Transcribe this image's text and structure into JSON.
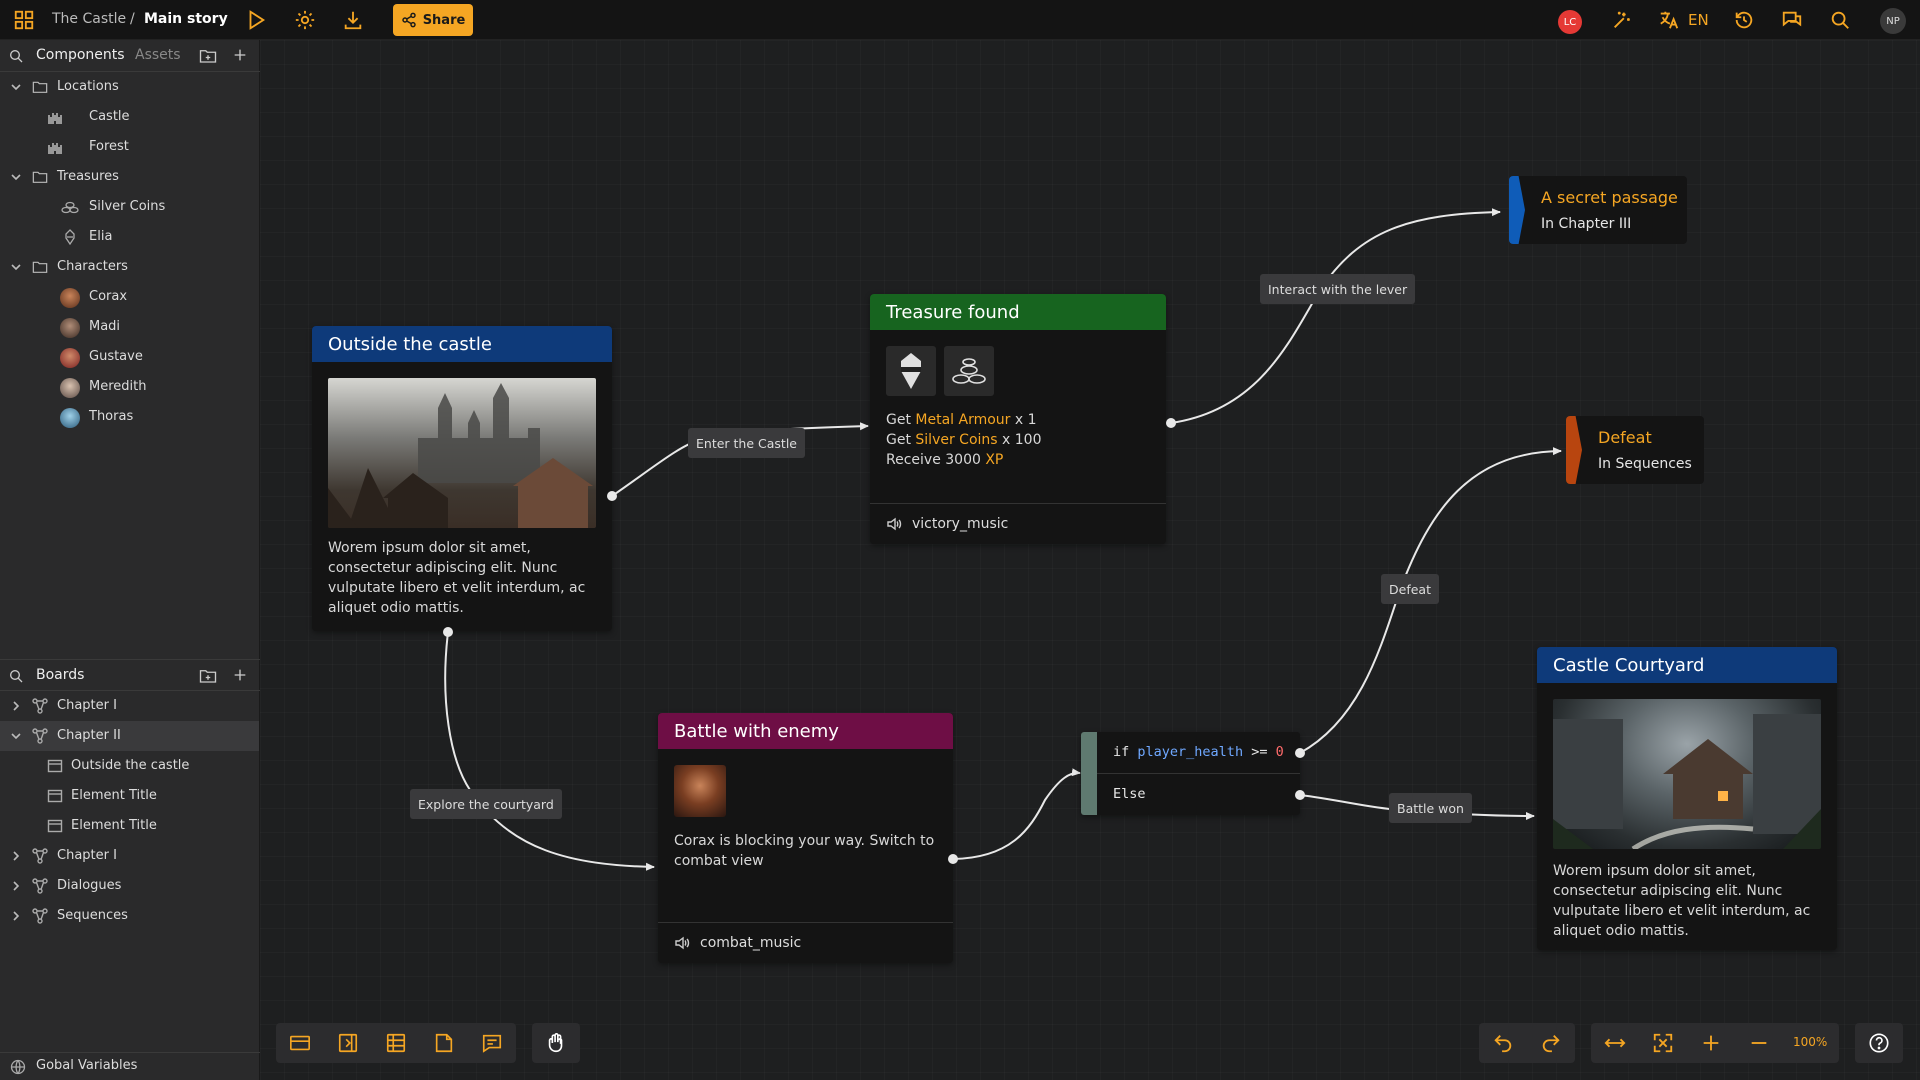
{
  "topbar": {
    "project": "The Castle",
    "separator": "/",
    "story": "Main story",
    "share_label": "Share",
    "user_initials": "LC",
    "language": "EN",
    "profile_initials": "NP"
  },
  "components_panel": {
    "title": "Components",
    "tab_assets": "Assets",
    "folders": [
      {
        "label": "Locations",
        "items": [
          "Castle",
          "Forest"
        ]
      },
      {
        "label": "Treasures",
        "items": [
          "Silver Coins",
          "Elia"
        ]
      },
      {
        "label": "Characters",
        "items": [
          "Corax",
          "Madi",
          "Gustave",
          "Meredith",
          "Thoras"
        ]
      }
    ]
  },
  "boards_panel": {
    "title": "Boards",
    "items": [
      "Chapter I",
      "Chapter II",
      "Outside the castle",
      "Element Title",
      "Element Title",
      "Chapter I",
      "Dialogues",
      "Sequences"
    ]
  },
  "global_variables": "Gobal Variables",
  "nodes": {
    "outside": {
      "title": "Outside the castle",
      "text": "Worem ipsum dolor sit amet, consectetur adipiscing elit. Nunc vulputate libero et velit interdum, ac aliquet odio mattis."
    },
    "treasure": {
      "title": "Treasure found",
      "line1_prefix": "Get ",
      "line1_item": "Metal Armour",
      "line1_suffix": " x 1",
      "line2_prefix": "Get ",
      "line2_item": "Silver Coins",
      "line2_suffix": " x 100",
      "line3_prefix": "Receive 3000 ",
      "line3_item": "XP",
      "sound": "victory_music"
    },
    "battle": {
      "title": "Battle with enemy",
      "text": "Corax is blocking your way. Switch to combat view",
      "sound": "combat_music"
    },
    "condition": {
      "kw_if": "if",
      "var": "player_health",
      "op": ">=",
      "val": "0",
      "else": "Else"
    },
    "courtyard": {
      "title": "Castle Courtyard",
      "text": "Worem ipsum dolor sit amet, consectetur adipiscing elit. Nunc vulputate libero et velit interdum, ac aliquet odio mattis."
    },
    "secret": {
      "title": "A secret passage",
      "sub": "In Chapter III"
    },
    "defeat": {
      "title": "Defeat",
      "sub": "In Sequences"
    }
  },
  "edges": {
    "enter": "Enter the Castle",
    "lever": "Interact with the lever",
    "explore": "Explore the courtyard",
    "defeat": "Defeat",
    "won": "Battle won"
  },
  "zoom": "100%",
  "colors": {
    "accent": "#f5a623",
    "blue_header": "#0e3a7a",
    "green_header": "#17641f",
    "magenta_header": "#6e0e45",
    "secret_bar": "#0f5cb8",
    "defeat_bar": "#b8450f",
    "condition_bar": "#5f7a70"
  }
}
